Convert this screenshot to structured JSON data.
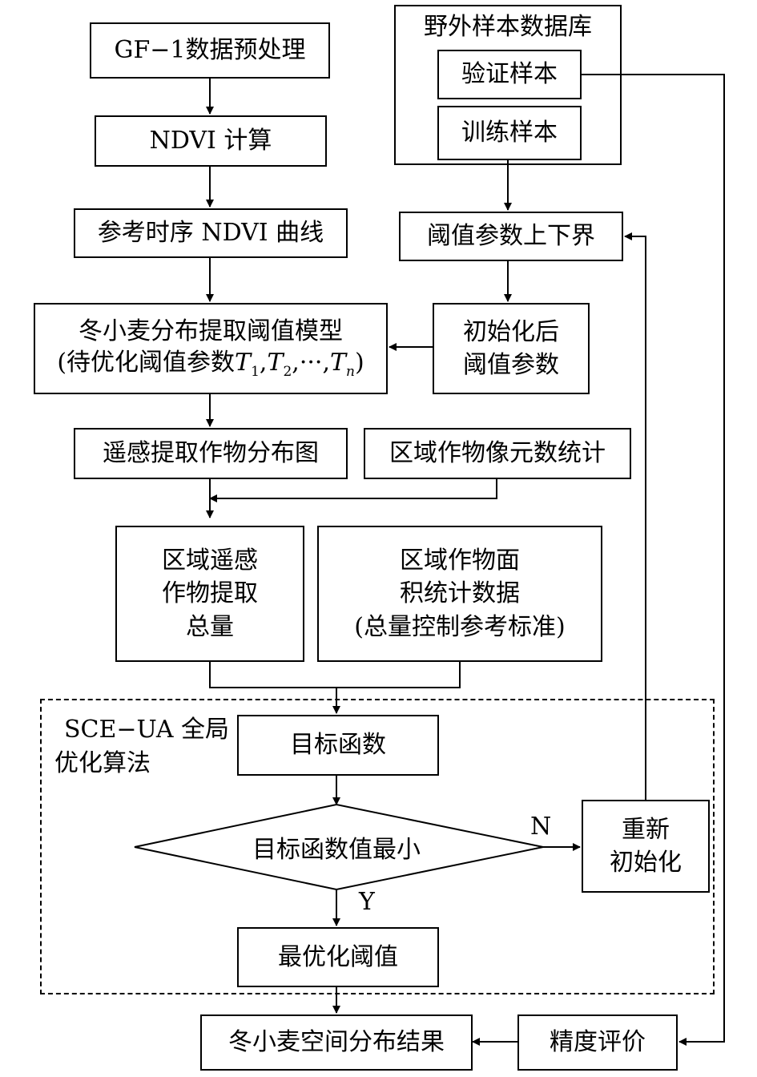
{
  "nodes": {
    "gf1": "GF−1数据预处理",
    "ndvi_calc": "NDVI 计算",
    "ref_curve": "参考时序 NDVI 曲线",
    "model_line1": "冬小麦分布提取阈值模型",
    "model_line2_prefix": "(待优化阈值参数",
    "model_line2_suffix": ")",
    "t_symbol": "T",
    "sub_1": "1",
    "sub_2": "2",
    "sub_n": "n",
    "comma": ",",
    "ellipsis": "···",
    "field_db": "野外样本数据库",
    "validation": "验证样本",
    "training": "训练样本",
    "bounds": "阈值参数上下界",
    "init_line1": "初始化后",
    "init_line2": "阈值参数",
    "rs_map": "遥感提取作物分布图",
    "pixel_stats": "区域作物像元数统计",
    "rs_total_1": "区域遥感",
    "rs_total_2": "作物提取",
    "rs_total_3": "总量",
    "area_stats_1": "区域作物面",
    "area_stats_2": "积统计数据",
    "area_stats_3": "(总量控制参考标准)",
    "sce_1": "SCE−UA 全局",
    "sce_2": "优化算法",
    "objective": "目标函数",
    "min_decision": "目标函数值最小",
    "reinit_1": "重新",
    "reinit_2": "初始化",
    "optimal": "最优化阈值",
    "result": "冬小麦空间分布结果",
    "accuracy": "精度评价",
    "yes_label": "Y",
    "no_label": "N"
  }
}
